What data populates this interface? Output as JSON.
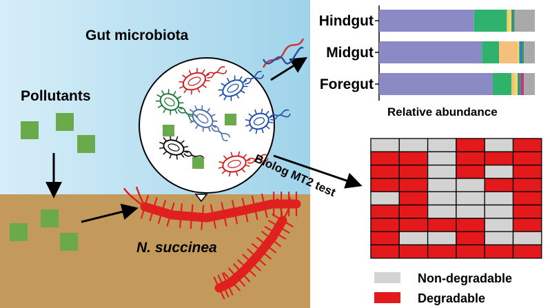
{
  "labels": {
    "gut_microbiota": "Gut microbiota",
    "pollutants": "Pollutants",
    "species": "N. succinea",
    "biolog": "Biolog MT2 test"
  },
  "colors": {
    "sky": "#a9d9ec",
    "soil": "#c49a5c",
    "pollutant_square": "#6aaa4a",
    "centipede": "#e0201e",
    "non_degradable": "#d3d3d3",
    "degradable": "#e3191c"
  },
  "chart_data": [
    {
      "type": "bar",
      "orientation": "horizontal",
      "stacked": true,
      "categories": [
        "Hindgut",
        "Midgut",
        "Foregut"
      ],
      "xlabel": "Relative abundance",
      "xlim": [
        0,
        1
      ],
      "series": [
        {
          "color": "#8a8bc5",
          "values": [
            0.61,
            0.66,
            0.73
          ]
        },
        {
          "color": "#2fb26b",
          "values": [
            0.21,
            0.11,
            0.12
          ]
        },
        {
          "color": "#f5c07c",
          "values": [
            0.01,
            0.12,
            0.02
          ]
        },
        {
          "color": "#e8e05a",
          "values": [
            0.02,
            0.01,
            0.02
          ]
        },
        {
          "color": "#2a7fc2",
          "values": [
            0.01,
            0.02,
            0.01
          ]
        },
        {
          "color": "#3a9a3a",
          "values": [
            0.01,
            0.01,
            0.01
          ]
        },
        {
          "color": "#c0368a",
          "values": [
            0.0,
            0.0,
            0.02
          ]
        },
        {
          "color": "#a9a9a9",
          "values": [
            0.13,
            0.07,
            0.07
          ]
        }
      ]
    },
    {
      "type": "heatmap",
      "legend": [
        "Non-degradable",
        "Degradable"
      ],
      "values": [
        [
          0,
          0,
          0,
          1,
          0,
          1
        ],
        [
          1,
          1,
          0,
          1,
          1,
          1
        ],
        [
          1,
          1,
          0,
          1,
          0,
          1
        ],
        [
          1,
          1,
          0,
          0,
          1,
          1
        ],
        [
          0,
          1,
          0,
          0,
          0,
          1
        ],
        [
          1,
          1,
          0,
          0,
          0,
          1
        ],
        [
          1,
          1,
          1,
          1,
          0,
          1
        ],
        [
          1,
          0,
          0,
          1,
          0,
          0
        ],
        [
          1,
          1,
          1,
          1,
          1,
          1
        ]
      ]
    }
  ]
}
